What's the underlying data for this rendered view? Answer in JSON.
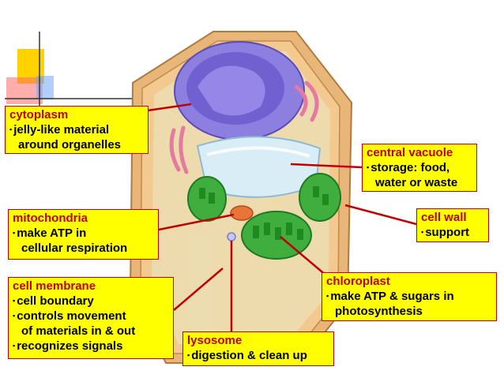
{
  "colors": {
    "callout_fill": "#ffff00",
    "callout_border": "#c00000",
    "title_text": "#c00000",
    "leader_line": "#c00000",
    "cell_wall": "#f0c38a",
    "cytoplasm": "#e6d3a6",
    "nucleus": "#6a5acd",
    "chloroplast": "#3cb043",
    "vacuole": "#d7ecf5"
  },
  "labels": {
    "cytoplasm": {
      "title": "cytoplasm",
      "line1": "jelly-like material",
      "line2": "around organelles"
    },
    "central_vacuole": {
      "title": "central vacuole",
      "line1": "storage: food,",
      "line2": "water or waste"
    },
    "mitochondria": {
      "title": "mitochondria",
      "line1": "make ATP in",
      "line2": "cellular respiration"
    },
    "cell_wall": {
      "title": "cell wall",
      "line1": "support"
    },
    "cell_membrane": {
      "title": "cell membrane",
      "line1": "cell boundary",
      "line2": "controls movement",
      "line3": "of materials in & out",
      "line4": "recognizes signals"
    },
    "chloroplast": {
      "title": "chloroplast",
      "line1": "make ATP & sugars in",
      "line2": "photosynthesis"
    },
    "lysosome": {
      "title": "lysosome",
      "line1": "digestion & clean up"
    }
  },
  "bullet_glyph": "▪"
}
